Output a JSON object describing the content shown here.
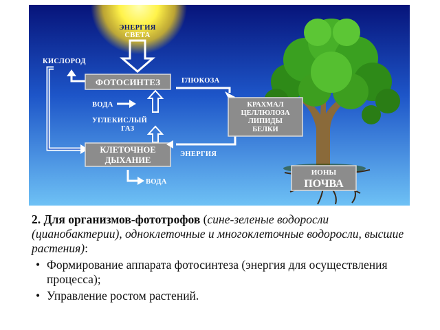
{
  "diagram": {
    "top_label": "ЭНЕРГИЯ СВЕТА",
    "top_label_line1": "ЭНЕРГИЯ",
    "top_label_line2": "СВЕТА",
    "oxygen": "КИСЛОРОД",
    "photosynthesis": "ФОТОСИНТЕЗ",
    "glucose": "ГЛЮКОЗА",
    "water_in": "ВОДА",
    "co2_line1": "УГЛЕКИСЛЫЙ",
    "co2_line2": "ГАЗ",
    "respiration_line1": "КЛЕТОЧНОЕ",
    "respiration_line2": "ДЫХАНИЕ",
    "energy": "ЭНЕРГИЯ",
    "water_out": "ВОДА",
    "products_line1": "КРАХМАЛ",
    "products_line2": "ЦЕЛЛЮЛОЗА",
    "products_line3": "ЛИПИДЫ",
    "products_line4": "БЕЛКИ",
    "ions": "ИОНЫ",
    "soil": "ПОЧВА"
  },
  "text": {
    "heading_num": "2.",
    "heading_bold": "Для организмов-фототрофов",
    "heading_open": "(",
    "heading_italic": "сине-зеленые водоросли (цианобактерии), одноклеточные и многоклеточные водоросли, высшие растения)",
    "heading_tail": ":",
    "bullets": [
      "Формирование аппарата фотосинтеза (энергия для осуществления процесса);",
      "Управление ростом растений."
    ]
  },
  "colors": {
    "sky_top": "#0a1f8c",
    "sky_bottom": "#5fb6f2",
    "box_fill": "#8c8c8c",
    "arrow_white": "#ffffff",
    "tree_green": "#3a9a1e"
  }
}
